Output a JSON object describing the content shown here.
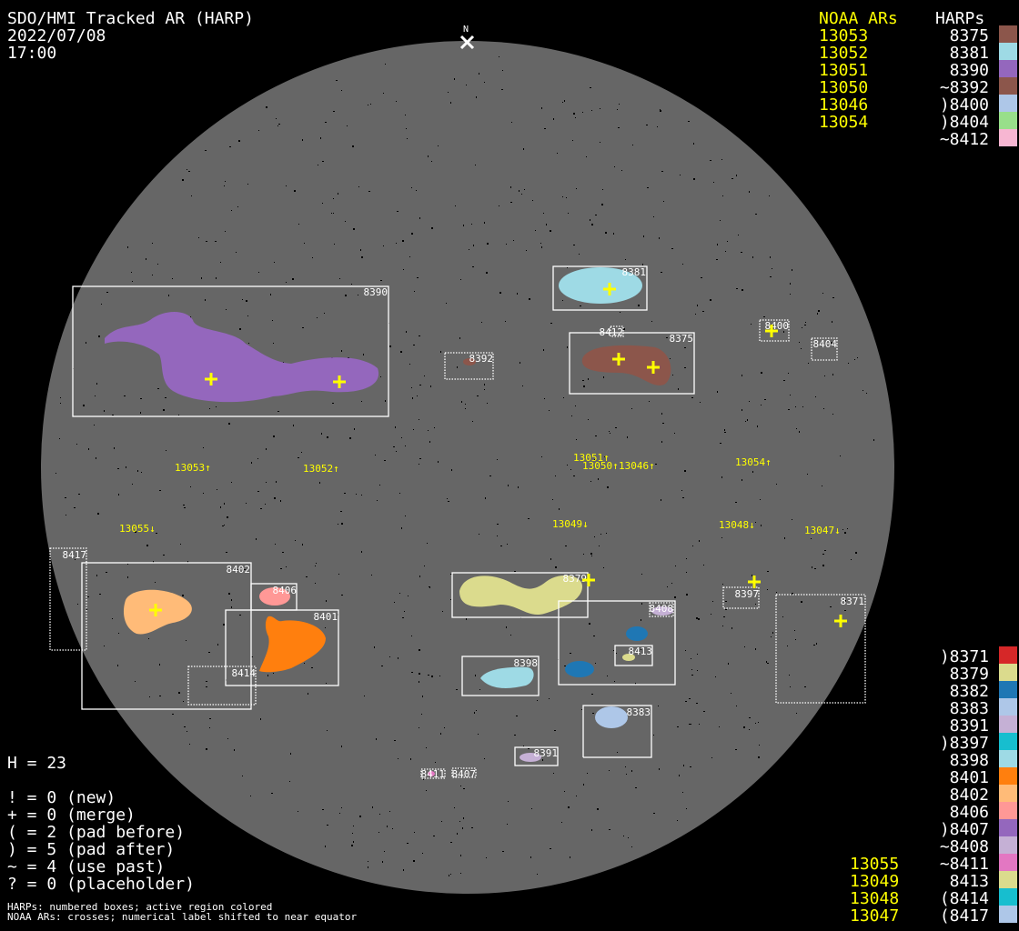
{
  "header": {
    "title": "SDO/HMI Tracked AR (HARP)",
    "date": "2022/07/08",
    "time": "17:00"
  },
  "north_label": "N",
  "legend_top": {
    "noaa_header": "NOAA ARs",
    "harps_header": "HARPs",
    "noaa": [
      "13053",
      "13052",
      "13051",
      "13050",
      "13046",
      "13054"
    ],
    "harps": [
      {
        "label": "8375",
        "color": "#8c564b"
      },
      {
        "label": "8381",
        "color": "#9edae5"
      },
      {
        "label": "8390",
        "color": "#9467bd"
      },
      {
        "label": "~8392",
        "color": "#8c564b"
      },
      {
        "label": ")8400",
        "color": "#aec7e8"
      },
      {
        "label": ")8404",
        "color": "#98df8a"
      },
      {
        "label": "~8412",
        "color": "#f7b6d2"
      }
    ]
  },
  "legend_bottom": {
    "noaa": [
      "13055",
      "13049",
      "13048",
      "13047"
    ],
    "harps": [
      {
        "label": ")8371",
        "color": "#d62728"
      },
      {
        "label": "8379",
        "color": "#dbdb8d"
      },
      {
        "label": "8382",
        "color": "#1f77b4"
      },
      {
        "label": "8383",
        "color": "#aec7e8"
      },
      {
        "label": "8391",
        "color": "#c5b0d5"
      },
      {
        "label": ")8397",
        "color": "#17becf"
      },
      {
        "label": "8398",
        "color": "#9edae5"
      },
      {
        "label": "8401",
        "color": "#ff7f0e"
      },
      {
        "label": "8402",
        "color": "#ffbb78"
      },
      {
        "label": "8406",
        "color": "#ff9896"
      },
      {
        "label": ")8407",
        "color": "#9467bd"
      },
      {
        "label": "~8408",
        "color": "#c5b0d5"
      },
      {
        "label": "~8411",
        "color": "#e377c2"
      },
      {
        "label": "8413",
        "color": "#dbdb8d"
      },
      {
        "label": "(8414",
        "color": "#17becf"
      },
      {
        "label": "(8417",
        "color": "#aec7e8"
      }
    ]
  },
  "stats": {
    "h": "H = 23",
    "lines": [
      "! = 0 (new)",
      "+ = 0 (merge)",
      "( = 2 (pad before)",
      ") = 5 (pad after)",
      "~ = 4 (use past)",
      "? = 0 (placeholder)"
    ]
  },
  "footnotes": [
    "HARPs: numbered boxes; active region colored",
    "NOAA ARs: crosses; numerical label shifted to near equator"
  ],
  "box_labels": {
    "b8390": "8390",
    "b8381": "8381",
    "b8375": "8375",
    "b8412": "8412",
    "b8400": "8400",
    "b8404": "8404",
    "b8392": "8392",
    "b8379": "8379",
    "b8408": "8408",
    "b8413": "8413",
    "b8398": "8398",
    "b8383": "8383",
    "b8391": "8391",
    "b8411": "8411",
    "b8407": "8407",
    "b8417": "8417",
    "b8402": "8402",
    "b8406": "8406",
    "b8401": "8401",
    "b8414": "8414",
    "b8397": "8397",
    "b8371": "8371"
  },
  "noaa_labels": {
    "n13053": "13053↑",
    "n13052": "13052↑",
    "n13051": "13051↑",
    "n13050": "13050↑",
    "n13046": "13046↑",
    "n13054": "13054↑",
    "n13055": "13055↓",
    "n13049": "13049↓",
    "n13048": "13048↓",
    "n13047": "13047↓"
  },
  "colors": {
    "disk": "#666666",
    "noaa": "#ffff00",
    "box": "#ffffff"
  }
}
